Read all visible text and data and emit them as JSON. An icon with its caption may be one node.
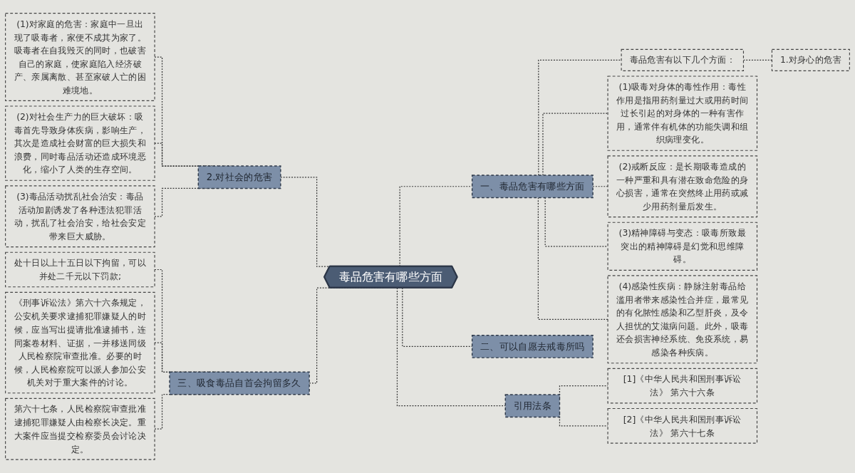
{
  "diagram": {
    "nodes": [
      {
        "text": [
          "毒品危害有哪些方面"
        ]
      },
      {
        "text": [
          "一、毒品危害有哪些方面"
        ]
      },
      {
        "text": [
          "毒品危害有以下几个方面："
        ]
      },
      {
        "text": [
          "1.对身心的危害"
        ]
      },
      {
        "text": [
          "(1)吸毒对身体的毒性作用：毒性作用是指用药剂量过大或用药时间过长引起的对身体的一种有害作用，通常伴有机体的功能失调和组织病理变化。"
        ]
      },
      {
        "text": [
          "(2)戒断反应：是长期吸毒造成的一种严重和具有潜在致命危险的身心损害，通常在突然终止用药或减少用药剂量后发生。"
        ]
      },
      {
        "text": [
          "(3)精神障碍与变态：吸毒所致最突出的精神障碍是幻觉和思维障碍。"
        ]
      },
      {
        "text": [
          "(4)感染性疾病：静脉注射毒品给滥用者带来感染性合并症，最常见的有化脓性感染和乙型肝炎，及令人担忧的艾滋病问题。此外，吸毒还会损害神经系统、免疫系统，易感染各种疾病。"
        ]
      },
      {
        "text": [
          "二、可以自愿去戒毒所吗"
        ]
      },
      {
        "text": [
          "引用法条"
        ]
      },
      {
        "text": [
          "[1]《中华人民共和国刑事诉讼法》 第六十六条"
        ]
      },
      {
        "text": [
          "[2]《中华人民共和国刑事诉讼法》 第六十七条"
        ]
      },
      {
        "text": [
          "2.对社会的危害"
        ]
      },
      {
        "text": [
          "(1)对家庭的危害：家庭中一旦出现了吸毒者，家便不成其为家了。吸毒者在自我毁灭的同时，也破害自己的家庭，使家庭陷入经济破产、亲属离散、甚至家破人亡的困难境地。"
        ]
      },
      {
        "text": [
          "(2)对社会生产力的巨大破坏：吸毒首先导致身体疾病，影响生产，其次是造成社会财富的巨大损失和浪费，同时毒品活动还造成环境恶化，缩小了人类的生存空间。"
        ]
      },
      {
        "text": [
          "(3)毒品活动扰乱社会治安：毒品活动加剧诱发了各种违法犯罪活动，扰乱了社会治安，给社会安定带来巨大威胁。"
        ]
      },
      {
        "text": [
          "三、吸食毒品自首会拘留多久"
        ]
      },
      {
        "text": [
          "处十日以上十五日以下拘留，可以并处二千元以下罚款;"
        ]
      },
      {
        "text": [
          "《刑事诉讼法》第六十六条规定，公安机关要求逮捕犯罪嫌疑人的时候，应当写出提请批准逮捕书，连同案卷材料、证据，一并移送同级人民检察院审查批准。必要的时候，人民检察院可以派人参加公安机关对于重大案件的讨论。"
        ]
      },
      {
        "text": [
          "第六十七条，人民检察院审查批准逮捕犯罪嫌疑人由检察长决定。重大案件应当提交检察委员会讨论决定。"
        ]
      }
    ],
    "edges": [
      {
        "from": 0,
        "to": 1,
        "arrow": "none",
        "style": "dashed"
      },
      {
        "from": 1,
        "to": 2,
        "arrow": "none",
        "style": "dashed"
      },
      {
        "from": 2,
        "to": 3,
        "arrow": "none",
        "style": "dashed"
      },
      {
        "from": 1,
        "to": 4,
        "arrow": "none",
        "style": "dashed"
      },
      {
        "from": 1,
        "to": 5,
        "arrow": "none",
        "style": "dashed"
      },
      {
        "from": 1,
        "to": 6,
        "arrow": "none",
        "style": "dashed"
      },
      {
        "from": 1,
        "to": 7,
        "arrow": "none",
        "style": "dashed"
      },
      {
        "from": 0,
        "to": 8,
        "arrow": "none",
        "style": "dashed"
      },
      {
        "from": 0,
        "to": 9,
        "arrow": "none",
        "style": "dashed"
      },
      {
        "from": 9,
        "to": 10,
        "arrow": "none",
        "style": "dashed"
      },
      {
        "from": 9,
        "to": 11,
        "arrow": "none",
        "style": "dashed"
      },
      {
        "from": 12,
        "to": 0,
        "arrow": "none",
        "style": "dashed"
      },
      {
        "from": 13,
        "to": 12,
        "arrow": "none",
        "style": "dashed"
      },
      {
        "from": 14,
        "to": 12,
        "arrow": "none",
        "style": "dashed"
      },
      {
        "from": 15,
        "to": 12,
        "arrow": "none",
        "style": "dashed"
      },
      {
        "from": 16,
        "to": 0,
        "arrow": "none",
        "style": "dashed"
      },
      {
        "from": 17,
        "to": 16,
        "arrow": "none",
        "style": "dashed"
      },
      {
        "from": 18,
        "to": 16,
        "arrow": "none",
        "style": "dashed"
      },
      {
        "from": 19,
        "to": 16,
        "arrow": "none",
        "style": "dashed"
      }
    ]
  }
}
